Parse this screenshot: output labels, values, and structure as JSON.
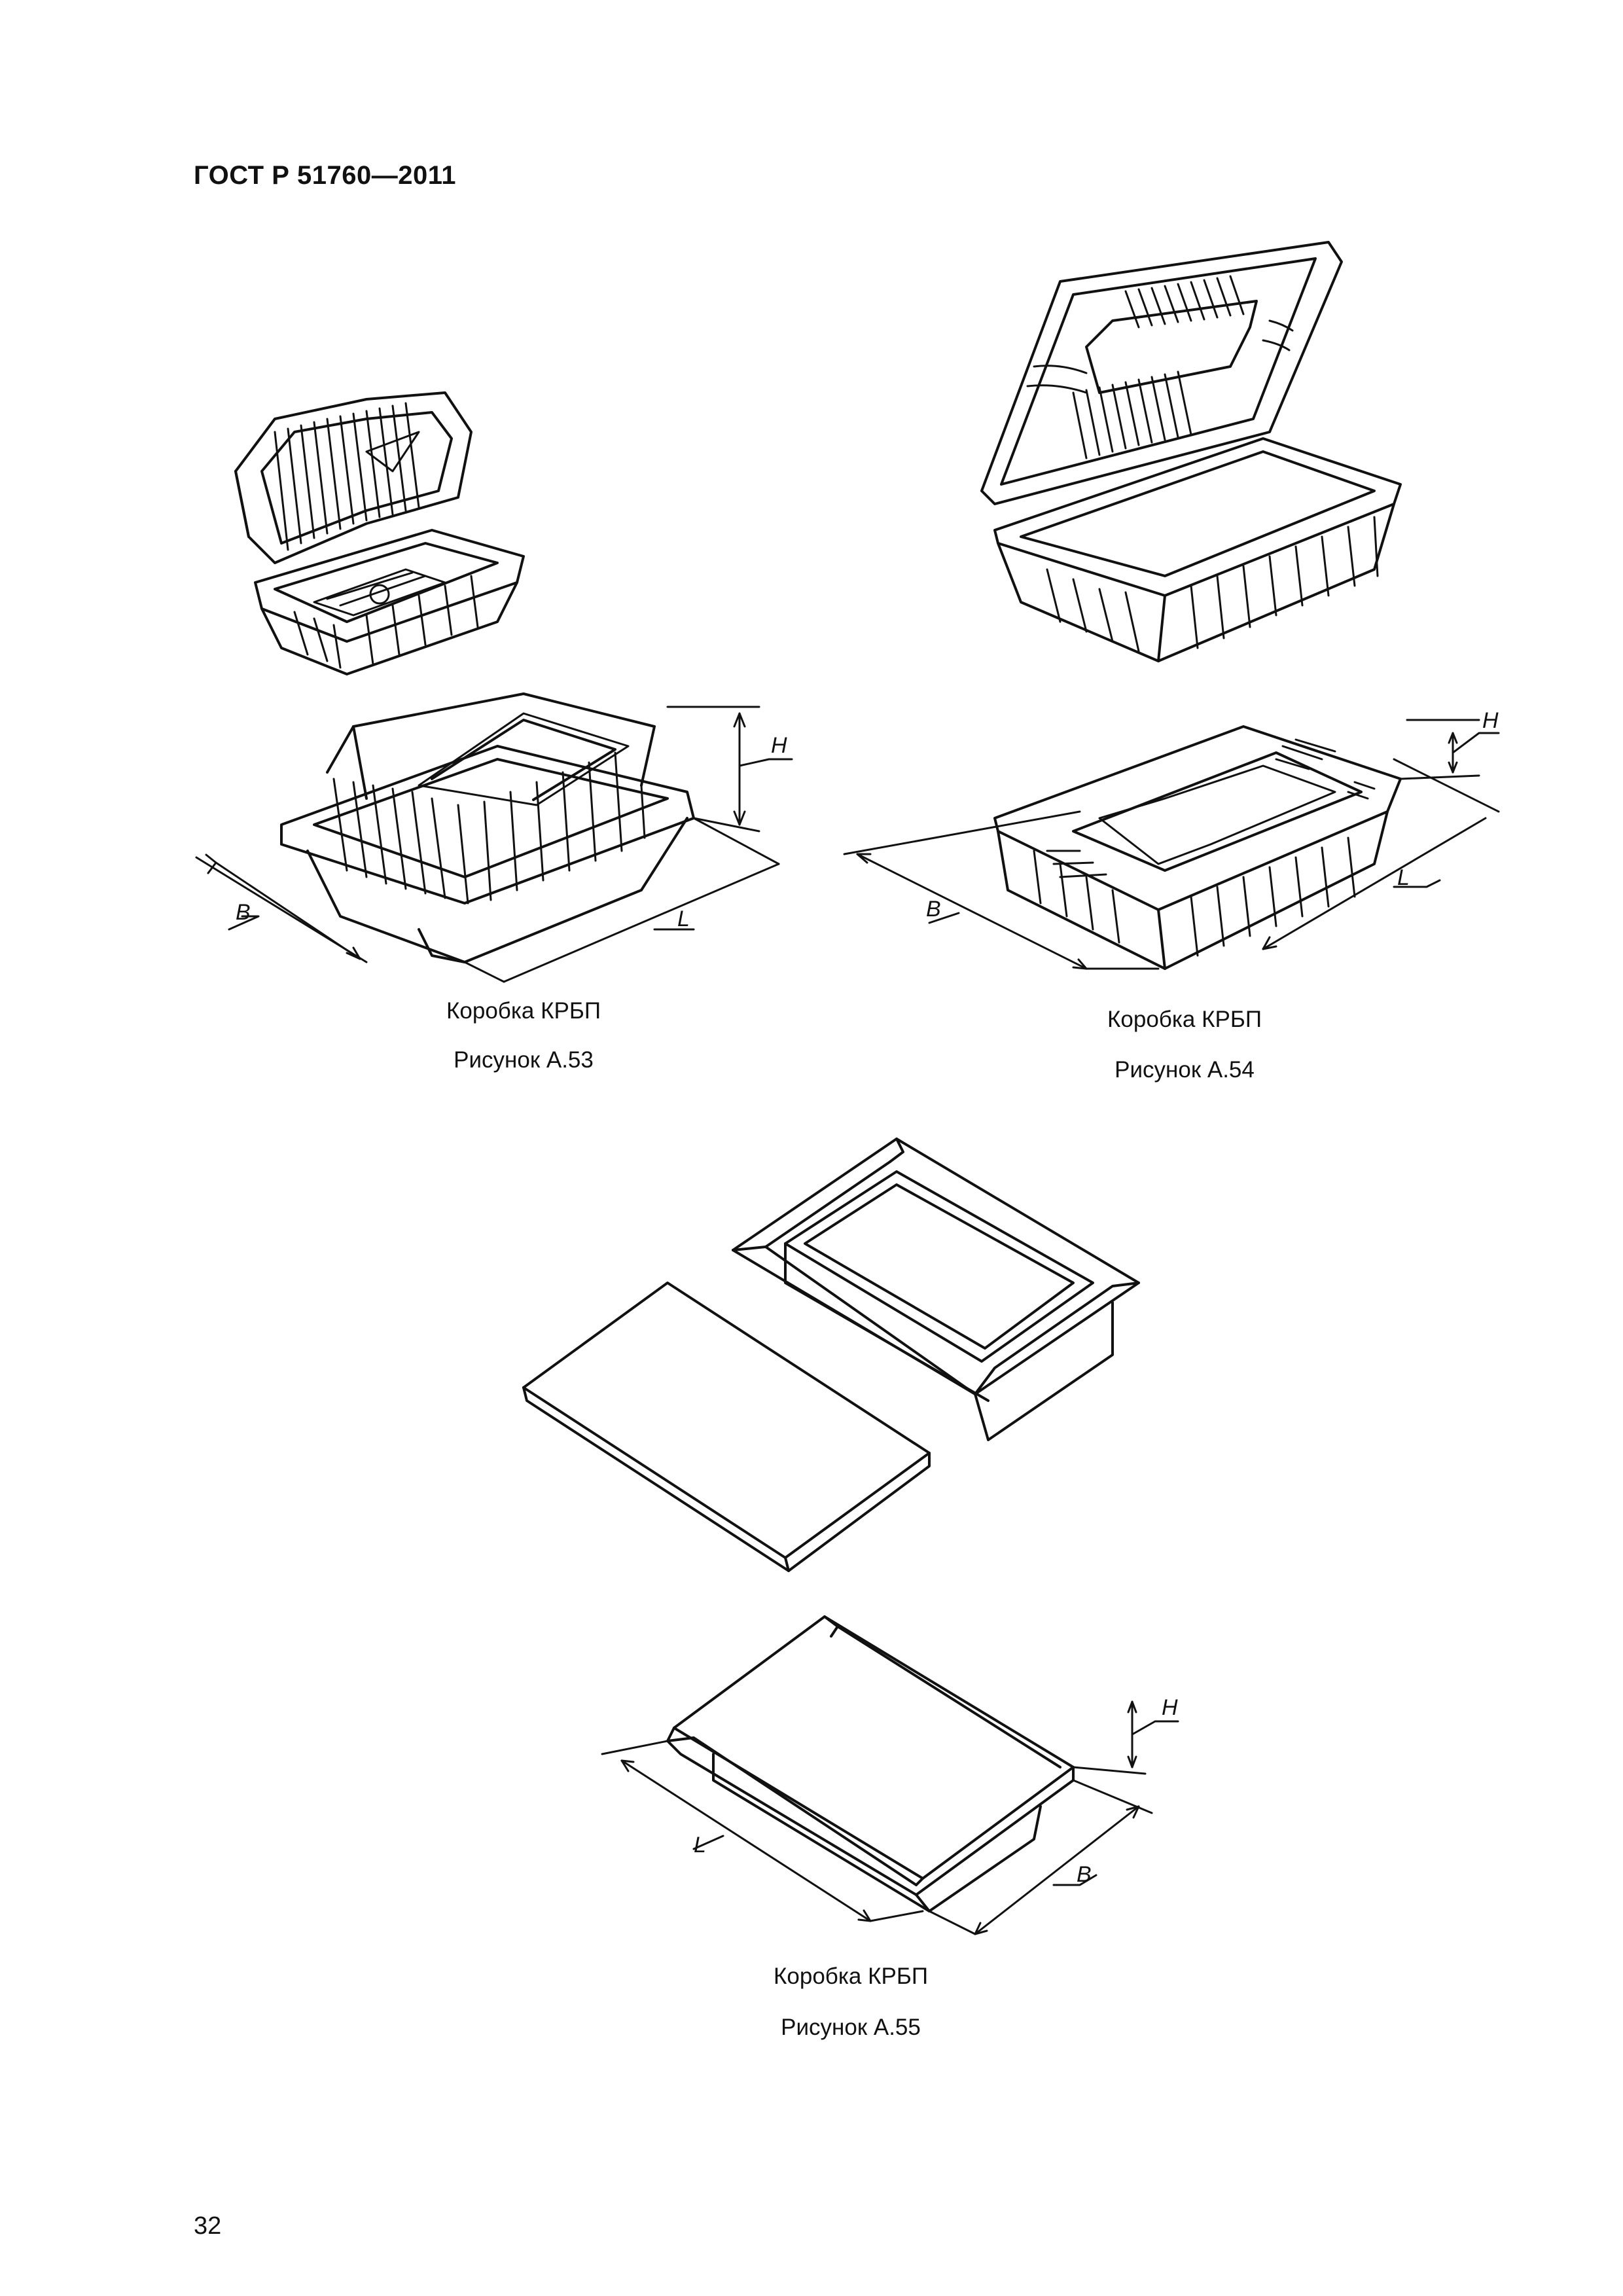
{
  "header": {
    "standard": "ГОСТ Р 51760—2011"
  },
  "figures": [
    {
      "id": "A53",
      "title": "Коробка КРБП",
      "caption": "Рисунок А.53",
      "dims": {
        "h": "H",
        "b": "B",
        "l": "L"
      }
    },
    {
      "id": "A54",
      "title": "Коробка КРБП",
      "caption": "Рисунок А.54",
      "dims": {
        "h": "H",
        "b": "B",
        "l": "L"
      }
    },
    {
      "id": "A55",
      "title": "Коробка КРБП",
      "caption": "Рисунок А.55",
      "dims": {
        "h": "H",
        "b": "B",
        "l": "L"
      }
    }
  ],
  "footer": {
    "page_number": "32"
  }
}
